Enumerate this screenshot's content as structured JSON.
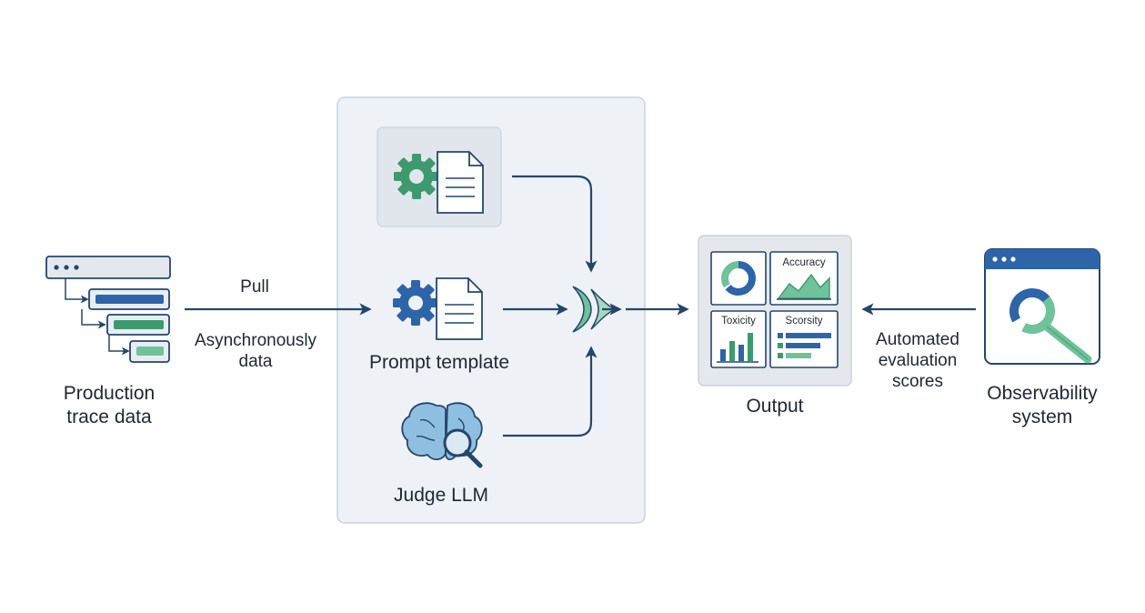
{
  "nodes": {
    "production": {
      "line1": "Production",
      "line2": "trace data"
    },
    "prompt_template": {
      "label": "Prompt template"
    },
    "judge_llm": {
      "label": "Judge LLM"
    },
    "output": {
      "label": "Output"
    },
    "observability": {
      "line1": "Observability",
      "line2": "system"
    }
  },
  "edges": {
    "pull": {
      "label_top": "Pull",
      "label_bottom_1": "Asynchronously",
      "label_bottom_2": "data"
    },
    "scores": {
      "line1": "Automated",
      "line2": "evaluation",
      "line3": "scores"
    }
  },
  "output_panel": {
    "tile_accuracy": "Accuracy",
    "tile_toxicity": "Toxicity",
    "tile_scorsity": "Scorsity"
  },
  "colors": {
    "navy": "#24466b",
    "blue": "#2e64a8",
    "green": "#3e9a6e",
    "light_green": "#6fc29a",
    "panel_bg": "#eef2f6",
    "panel_border": "#c9d3de",
    "brain_blue": "#8fbfe0"
  },
  "icons": {
    "production": "trace-tree-icon",
    "config": "gear-document-icon",
    "prompt": "gear-document-icon",
    "judge": "brain-magnifier-icon",
    "merge": "merge-arrows-icon",
    "observability": "browser-magnifier-icon"
  }
}
